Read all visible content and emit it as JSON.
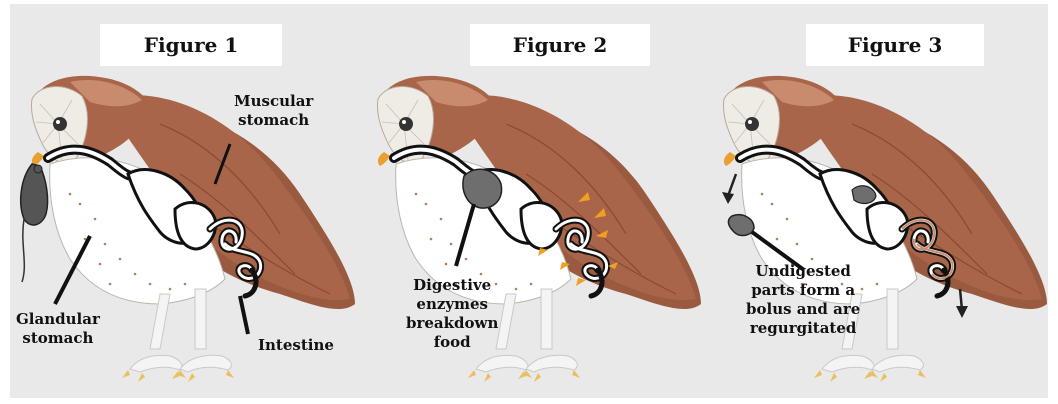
{
  "figures": [
    {
      "title": "Figure 1",
      "labels": {
        "muscular_stomach": [
          "Muscular",
          "stomach"
        ],
        "glandular_stomach": [
          "Glandular",
          "stomach"
        ],
        "intestine": [
          "Intestine"
        ]
      }
    },
    {
      "title": "Figure 2",
      "labels": {
        "digestive_enzymes": [
          "Digestive",
          "enzymes",
          "breakdown",
          "food"
        ]
      }
    },
    {
      "title": "Figure 3",
      "labels": {
        "undigested_parts": [
          "Undigested",
          "parts form a",
          "bolus and are",
          "regurgitated"
        ]
      }
    }
  ],
  "colors": {
    "background": "#e9e9e9",
    "feathers": "#a8654a",
    "feathers_light": "#c98b6e",
    "face": "#efece6",
    "belly": "#ffffff",
    "gut_outline": "#111111",
    "enzyme_arrows": "#f0a020",
    "food_mass": "#6e6e6e",
    "legs": "#f4f4f4",
    "talons": "#e8c060"
  },
  "icons": [
    "owl-illustration",
    "mouse-icon",
    "enzyme-arrow-icon",
    "pellet-icon",
    "down-arrow-icon"
  ]
}
